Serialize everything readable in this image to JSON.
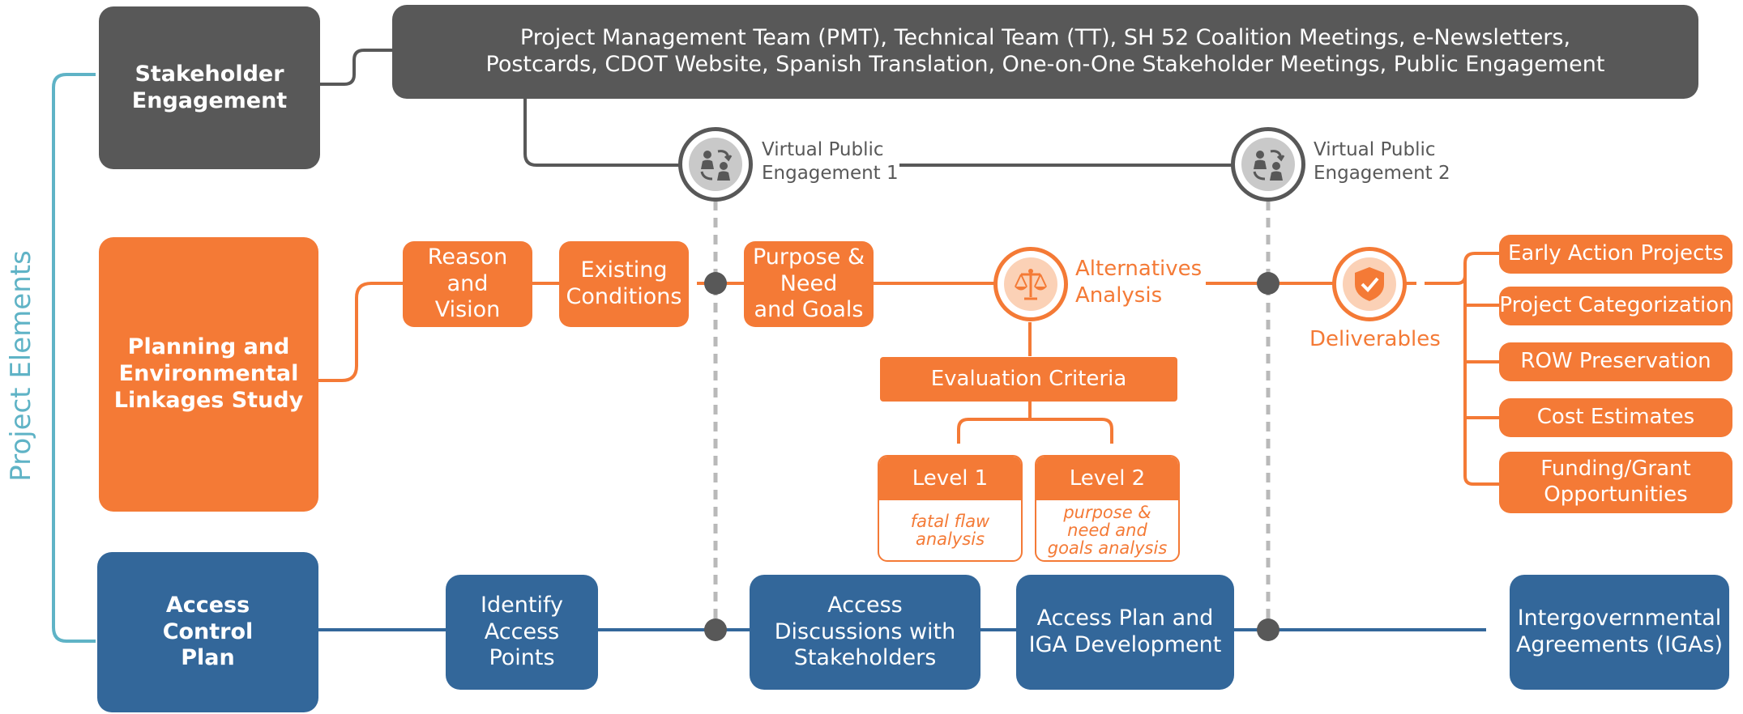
{
  "side_label": "Project Elements",
  "stakeholder": {
    "title": "Stakeholder Engagement",
    "banner_line1": "Project Management Team (PMT), Technical Team (TT), SH 52 Coalition Meetings, e-Newsletters,",
    "banner_line2": "Postcards, CDOT Website, Spanish Translation, One-on-One Stakeholder Meetings, Public Engagement",
    "event1_line1": "Virtual Public",
    "event1_line2": "Engagement 1",
    "event2_line1": "Virtual Public",
    "event2_line2": "Engagement 2"
  },
  "planning": {
    "title_lines": [
      "Planning and",
      "Environmental",
      "Linkages Study"
    ],
    "reason": [
      "Reason",
      "and",
      "Vision"
    ],
    "existing": [
      "Existing",
      "Conditions"
    ],
    "purpose": [
      "Purpose &",
      "Need",
      "and Goals"
    ],
    "alternatives": [
      "Alternatives",
      "Analysis"
    ],
    "evaluation": "Evaluation Criteria",
    "level1_title": "Level 1",
    "level1_sub": [
      "fatal flaw",
      "analysis"
    ],
    "level2_title": "Level 2",
    "level2_sub": [
      "purpose &",
      "need and",
      "goals analysis"
    ],
    "deliverables_label": "Deliverables",
    "deliverables": [
      [
        "Early Action Projects"
      ],
      [
        "Project Categorization"
      ],
      [
        "ROW Preservation"
      ],
      [
        "Cost Estimates"
      ],
      [
        "Funding/Grant",
        "Opportunities"
      ]
    ]
  },
  "access": {
    "title_lines": [
      "Access",
      "Control",
      "Plan"
    ],
    "identify": [
      "Identify",
      "Access",
      "Points"
    ],
    "discussions": [
      "Access",
      "Discussions with",
      "Stakeholders"
    ],
    "plan": [
      "Access Plan and",
      "IGA Development"
    ],
    "igas": [
      "Intergovernmental",
      "Agreements (IGAs)"
    ]
  },
  "colors": {
    "gray": "#585858",
    "orange": "#f47a36",
    "blue": "#33679a",
    "teal": "#5fb3c6"
  },
  "icons": {
    "engagement": "people-exchange-icon",
    "alternatives": "balance-scale-icon",
    "deliverables": "shield-check-icon"
  }
}
